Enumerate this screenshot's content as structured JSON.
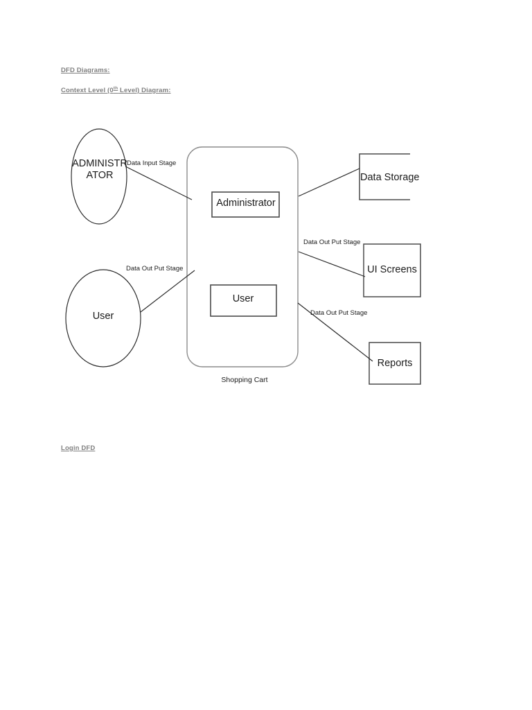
{
  "document": {
    "headings": {
      "dfd_diagrams": "DFD Diagrams:",
      "context_level_prefix": "Context Level (0",
      "context_level_sup": "th",
      "context_level_suffix": " Level) Diagram:",
      "login_dfd": "Login DFD"
    }
  },
  "diagram": {
    "title": "Context Level (0th Level) Diagram",
    "type": "data-flow-diagram",
    "system_caption": "Shopping Cart",
    "external_entities": [
      {
        "id": "administrator-entity",
        "label": "ADMINISTR\nATOR",
        "shape": "ellipse"
      },
      {
        "id": "user-entity",
        "label": "User",
        "shape": "ellipse"
      }
    ],
    "processes": [
      {
        "id": "administrator-process",
        "label": "Administrator",
        "shape": "rectangle"
      },
      {
        "id": "user-process",
        "label": "User",
        "shape": "rectangle"
      }
    ],
    "data_stores": [
      {
        "id": "data-storage",
        "label": "Data Storage",
        "shape": "open-rectangle"
      }
    ],
    "outputs": [
      {
        "id": "ui-screens",
        "label": "UI Screens",
        "shape": "rectangle"
      },
      {
        "id": "reports",
        "label": "Reports",
        "shape": "rectangle"
      }
    ],
    "flows": [
      {
        "id": "flow-admin-in",
        "label": "Data Input Stage",
        "from": "administrator-entity",
        "to": "shopping-cart"
      },
      {
        "id": "flow-user-out",
        "label": "Data Out Put Stage",
        "from": "user-entity",
        "to": "shopping-cart"
      },
      {
        "id": "flow-ui-out",
        "label": "Data Out Put Stage",
        "from": "shopping-cart",
        "to": "ui-screens"
      },
      {
        "id": "flow-reports-out",
        "label": "Data Out Put Stage",
        "from": "shopping-cart",
        "to": "reports"
      },
      {
        "id": "flow-storage",
        "label": "",
        "from": "shopping-cart",
        "to": "data-storage"
      }
    ],
    "colors": {
      "stroke": "#2b2b2b",
      "system_stroke": "#8c8c8c",
      "text": "#1a1a1a",
      "heading": "#808080",
      "background": "#ffffff"
    }
  }
}
